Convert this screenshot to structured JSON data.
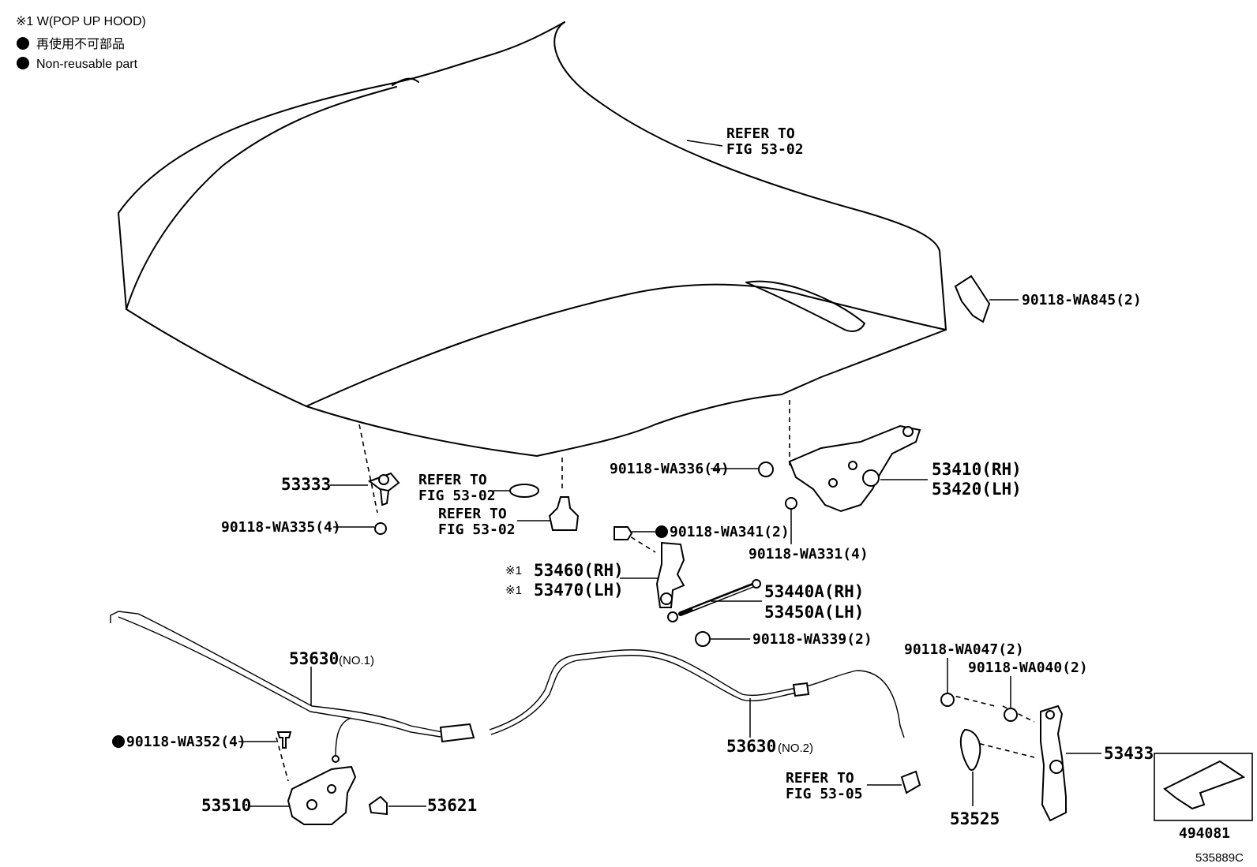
{
  "legend": {
    "pop_up_note": "※1 W(POP UP HOOD)",
    "non_reusable_jp": "再使用不可部品",
    "non_reusable_en": "Non-reusable part"
  },
  "labels": {
    "hood_refer_1": "REFER TO",
    "hood_refer_2": "FIG 53-02",
    "p_90118_wa845": "90118-WA845(2)",
    "p_53333": "53333",
    "refer_a_1": "REFER TO",
    "refer_a_2": "FIG 53-02",
    "refer_b_1": "REFER TO",
    "refer_b_2": "FIG 53-02",
    "p_90118_wa335": "90118-WA335(4)",
    "p_90118_wa336": "90118-WA336(4)",
    "p_53410": "53410(RH)",
    "p_53420": "53420(LH)",
    "p_90118_wa341": "90118-WA341(2)",
    "p_90118_wa331": "90118-WA331(4)",
    "mark_1a": "※1",
    "p_53460": "53460(RH)",
    "mark_1b": "※1",
    "p_53470": "53470(LH)",
    "p_53440a": "53440A(RH)",
    "p_53450a": "53450A(LH)",
    "p_90118_wa339": "90118-WA339(2)",
    "p_53630_1": "53630",
    "p_53630_1_suffix": "(NO.1)",
    "p_90118_wa047": "90118-WA047(2)",
    "p_90118_wa040": "90118-WA040(2)",
    "p_90118_wa352": "90118-WA352(4)",
    "p_53630_2": "53630",
    "p_53630_2_suffix": "(NO.2)",
    "p_53433": "53433",
    "refer_c_1": "REFER TO",
    "refer_c_2": "FIG 53-05",
    "p_53510": "53510",
    "p_53621": "53621",
    "p_53525": "53525",
    "p_494081": "494081",
    "figure_code": "535889C"
  }
}
